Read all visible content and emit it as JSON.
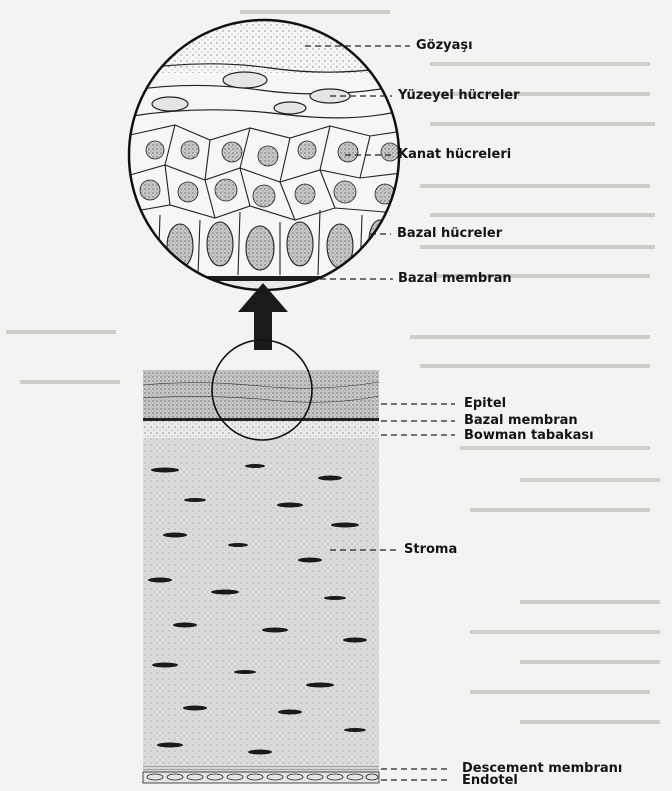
{
  "labels": {
    "tear_film": "Gözyaşı",
    "superficial_cells": "Yüzeyel hücreler",
    "wing_cells": "Kanat hücreleri",
    "basal_cells": "Bazal hücreler",
    "basement_membrane_zoom": "Bazal membran",
    "epithelium": "Epitel",
    "basement_membrane": "Bazal membran",
    "bowman_layer": "Bowman tabakası",
    "stroma": "Stroma",
    "descemet_membrane": "Descement membranı",
    "endothelium": "Endotel"
  },
  "colors": {
    "background": "#f4f3f1",
    "ink": "#1a1a1a",
    "stroma_fill": "#dcdbd9",
    "bleed_text": "#c8c6c3"
  },
  "icons": {
    "magnify_arrow": "arrow-up-icon"
  }
}
